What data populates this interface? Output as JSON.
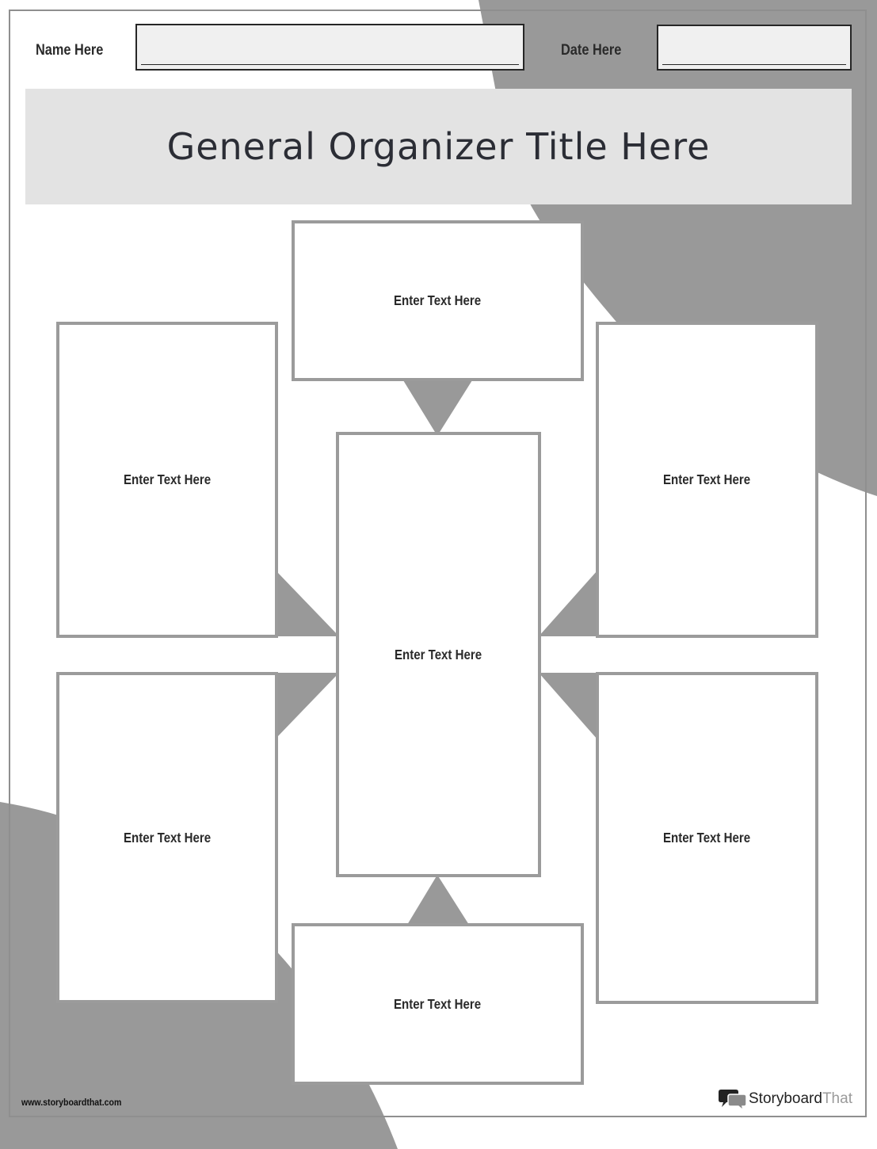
{
  "colors": {
    "shape_gray": "#999999",
    "box_border": "#9b9b9b",
    "title_band": "#e3e3e3",
    "field_fill": "#f0f0f0",
    "text_dark": "#2a2a2a"
  },
  "header": {
    "name_label": "Name Here",
    "name_value": "",
    "date_label": "Date Here",
    "date_value": ""
  },
  "title": "General Organizer Title Here",
  "boxes": {
    "top": "Enter Text Here",
    "upper_left": "Enter Text Here",
    "upper_right": "Enter Text Here",
    "center": "Enter Text Here",
    "lower_left": "Enter Text Here",
    "lower_right": "Enter Text Here",
    "bottom": "Enter Text Here"
  },
  "footer": {
    "url": "www.storyboardthat.com",
    "logo_primary": "Storyboard",
    "logo_secondary": "That",
    "logo_icon": "speech-bubbles-icon"
  }
}
